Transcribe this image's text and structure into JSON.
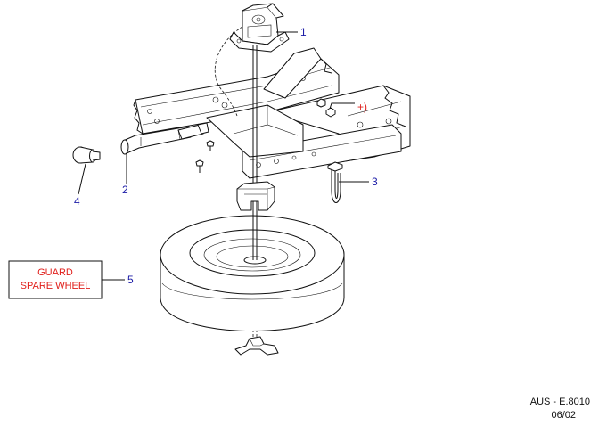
{
  "diagram": {
    "callouts": [
      {
        "id": "1",
        "label": "1"
      },
      {
        "id": "2",
        "label": "2"
      },
      {
        "id": "3",
        "label": "3"
      },
      {
        "id": "4",
        "label": "4"
      },
      {
        "id": "5",
        "label": "5"
      }
    ],
    "note_marker": "+)",
    "label_box": {
      "line1": "GUARD",
      "line2": "SPARE WHEEL"
    },
    "drawing_ref": "AUS - E.8010",
    "drawing_date": "06/02",
    "colors": {
      "callout": "#1a1aa6",
      "note": "#e0201c",
      "outline": "#111111"
    }
  }
}
